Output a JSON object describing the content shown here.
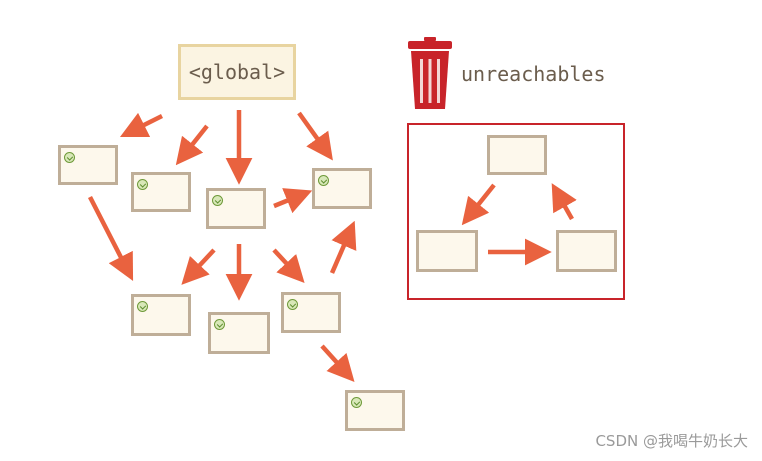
{
  "diagram": {
    "root_label": "<global>",
    "unreachable_label": "unreachables",
    "colors": {
      "arrow": "#e9623f",
      "node_border": "#bfae98",
      "node_fill": "#fdf8ec",
      "frame": "#c8242a",
      "trash": "#c8242a"
    },
    "icons": [
      "trash-can-icon",
      "checkmark-icon"
    ]
  },
  "footer": {
    "watermark": "CSDN @我喝牛奶长大"
  }
}
